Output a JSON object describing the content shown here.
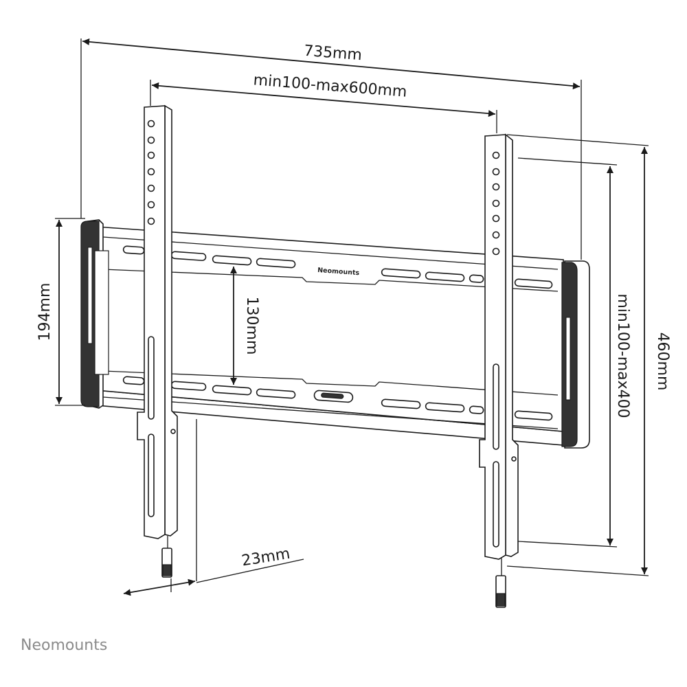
{
  "diagram": {
    "dimensions": {
      "overall_width": "735mm",
      "vesa_horizontal": "min100-max600mm",
      "plate_height": "194mm",
      "rail_spacing": "130mm",
      "wall_distance": "23mm",
      "overall_height": "460mm",
      "vesa_vertical": "min100-max400"
    },
    "plate_logo": "Neomounts",
    "brand": "Neomounts"
  }
}
